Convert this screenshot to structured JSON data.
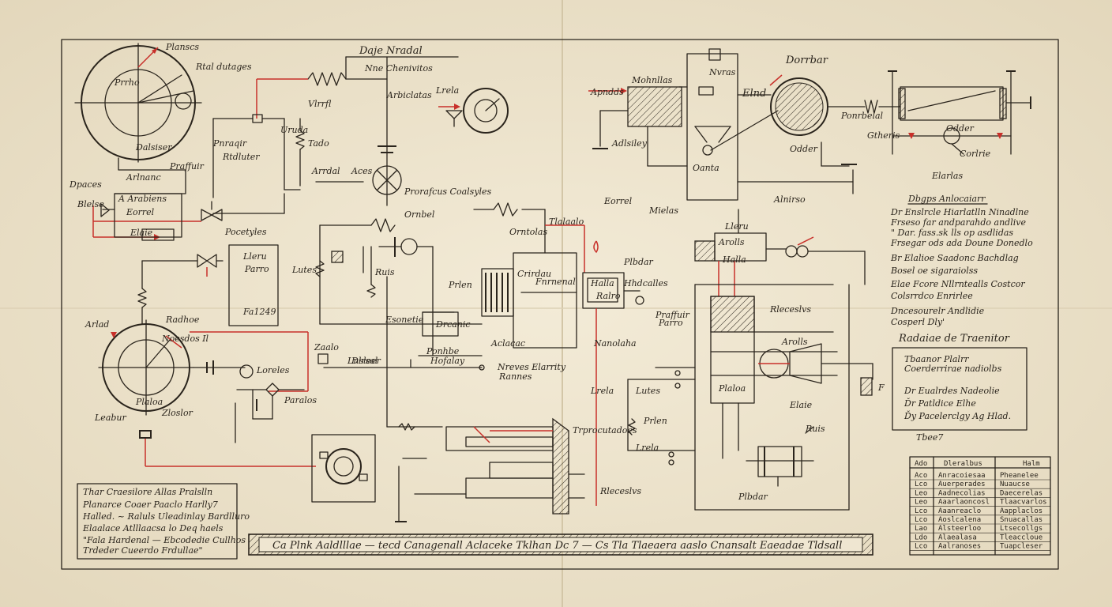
{
  "title_top": "Daje Nradal",
  "subtitle_top": "Nne Chenivitos",
  "top_right_title": "Dorrbar",
  "labels": {
    "planscs": "Planscs",
    "rtal_dutages": "Rtal dutages",
    "praraqir": "Pnraqir",
    "rtdluter": "Rtdluter",
    "praffuir": "Praffuir",
    "prrho": "Prrho",
    "dalsiser": "Dalsiser",
    "arlnanc": "Arlnanc",
    "arabiens": "A Arabiens",
    "dpaces": "Dpaces",
    "blelse": "Blelse",
    "aces": "Aces",
    "pocetyles": "Pocetyles",
    "lleru": "Lleru",
    "parro": "Parro",
    "fa1249": "Fa1249",
    "arlad": "Arlad",
    "tado": "Tado",
    "uruda": "Uruda",
    "lrela": "Lrela",
    "vlrrfl": "Vlrrfl",
    "arrdal": "Arrdal",
    "prorafcus": "Prorafcus Coalsyles",
    "onmbel": "Ornbel",
    "arbiclatas": "Arbiclatas",
    "orntolas": "Orntolas",
    "lutes": "Lutes",
    "prlen": "Prlen",
    "fnrnenal": "Fnrnenal",
    "crirdau": "Crirdau",
    "esonetie": "Esonetie",
    "drcanic": "Drcanic",
    "aclacac": "Aclacac",
    "dlrsal": "Dlrsal",
    "ponhbe": "Ponhbe",
    "hofalay": "Hofalay",
    "nreves": "Nreves Elarrity",
    "rannes": "Rannes",
    "nanolaha": "Nanolaha",
    "noesdos": "Noesdos Il",
    "radhoe": "Radhoe",
    "plaloa": "Plaloa",
    "leabur": "Leabur",
    "zloslor": "Zloslor",
    "loreles": "Loreles",
    "paralos": "Paralos",
    "zaalo": "Zaalo",
    "lnsleer": "Lnsleer",
    "ruis": "Ruis",
    "trprocutadoes": "Trprocutadoes",
    "rleceslvs": "Rleceslvs",
    "arolls": "Arolls",
    "elaie": "Elaie",
    "corlrie": "Corlrie",
    "gtheris": "Gtheris",
    "ponrbelal": "Ponrbelal",
    "apndds": "Apndds",
    "mohnllas": "Mohnllas",
    "adlsiley": "Adlsiley",
    "nvras": "Nvras",
    "oanta": "Oanta",
    "elnd": "Elnd",
    "odder": "Odder",
    "plbdar": "Plbdar",
    "halla": "Halla",
    "ralro": "Ralro",
    "hhdcalles": "Hhdcalles",
    "alnirso": "Alnirso",
    "elarlas": "Elarlas",
    "eorrel": "Eorrel",
    "mielas": "Mielas",
    "tlalaalo": "Tlalaalo",
    "f": "F"
  },
  "notes_block": [
    "Dbgps Anlocaiarr",
    "Dr Enslrcle  Hiarlatlln  Ninadlne",
    "Frseso  far  andparahdo andlive",
    "\" Dar. fass.sk  lls  op asdlidas",
    "Frsegar  ods  ada Doune Donedlo",
    "Br Elalioe  Saadonc  Bachdlag",
    "Bosel  oe  sigaraiolss",
    "Elae Fcore  Nllrntealls  Costcor",
    "Colsrrdco  Enrirlee",
    "Dncesourelr Andlidie",
    "Cosperl Dly'"
  ],
  "box_right": {
    "heading": "Radaiae  de  Traenitor",
    "line1": "Tbaanor Plalrr",
    "line2": "Coerderrirae  nadiolbs",
    "line3": "Dr  Eualrdes Nadeolie",
    "line4": "Ďr  Patldice  Elhe",
    "line5": "Ďy  Pacelerclgy  Ag Hlad."
  },
  "thee_label": "Tbee7",
  "legend_left": {
    "heading": "Thar  Craesilore  Allas     Pralslln",
    "lines": [
      "Planarce  Coaer  Paaclo  Harlly7",
      "Halled.  ~ Raluls  Uleadinlay  Bardlluro",
      "Elaalace  Atlllaacsa  lo  Deq haels",
      "\"Fala  Hardenal  —  Ebcodedie  Cullhos",
      "Trdeder  Cueerdo  Frdullae\""
    ]
  },
  "banner": "Ca Plnk Aaldlllae   —  tecd Canagenall  Aclaceke  Tklhan  Dc 7  —  Cs  Tla  Tlaeaera aaslo  Cnansalt  Eaeadae  Tldsall",
  "table": {
    "headers": [
      "Ado",
      "Dleralbus",
      "Halm"
    ],
    "rows": [
      [
        "Aco",
        "Anracoiesaa",
        "Pheanelee"
      ],
      [
        "Lco",
        "Auerperades",
        "Nuaucse"
      ],
      [
        "Leo",
        "Aadnecolias",
        "Daecerelas"
      ],
      [
        "Leo",
        "Aaarlaoncosl",
        "Tlaacvarlos"
      ],
      [
        "Lco",
        "Aaanreaclo",
        "Aapplaclos"
      ],
      [
        "Lco",
        "Aoslcalena",
        "Snuacallas"
      ],
      [
        "Lao",
        "Alsteerloo",
        "Ltsecollgs"
      ],
      [
        "Ldo",
        "Alaealasa",
        "Tleaccloue"
      ],
      [
        "Lco",
        "Aalranoses",
        "Tuapcleser"
      ]
    ]
  }
}
